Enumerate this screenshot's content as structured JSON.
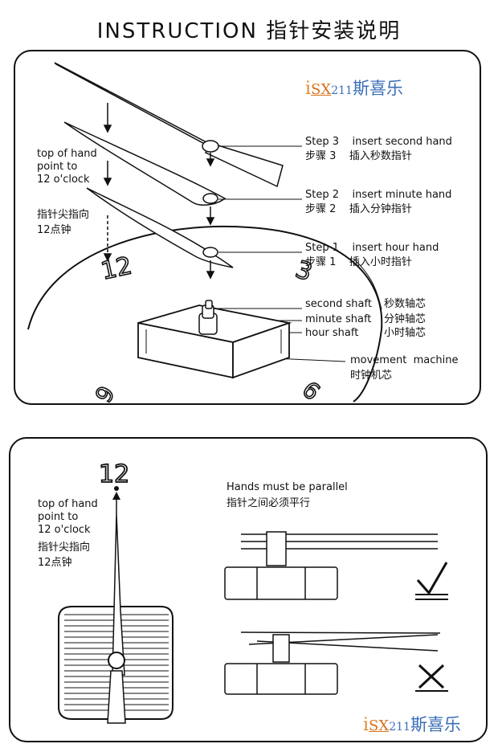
{
  "header": {
    "title": "INSTRUCTION  指针安装说明"
  },
  "logo": {
    "i": "i",
    "sx": "SX",
    "num": "211",
    "cn": "斯喜乐"
  },
  "panel1": {
    "top_of_hand": [
      "top of hand",
      "point to",
      "12 o'clock"
    ],
    "top_of_hand_cn": [
      "指针尖指向",
      "12点钟"
    ],
    "steps": [
      {
        "en": "Step 3    insert second hand",
        "cn": "步骤 3    插入秒数指针"
      },
      {
        "en": "Step 2    insert minute hand",
        "cn": "步骤 2    插入分钟指针"
      },
      {
        "en": "Step 1    insert hour hand",
        "cn": "步骤 1    插入小时指针"
      }
    ],
    "shafts": [
      {
        "en": "second shaft",
        "cn": "秒数轴芯"
      },
      {
        "en": "minute shaft",
        "cn": "分钟轴芯"
      },
      {
        "en": "hour shaft",
        "cn": "小时轴芯"
      }
    ],
    "movement": {
      "en": "movement  machine",
      "cn": "时钟机芯"
    },
    "dial_numbers": [
      "12",
      "3",
      "6",
      "9"
    ]
  },
  "panel2": {
    "dial_number": "12",
    "top_of_hand": [
      "top of hand",
      "point to",
      "12 o'clock"
    ],
    "top_of_hand_cn": [
      "指针尖指向",
      "12点钟"
    ],
    "parallel_en": "Hands must be parallel",
    "parallel_cn": "指针之间必须平行"
  }
}
